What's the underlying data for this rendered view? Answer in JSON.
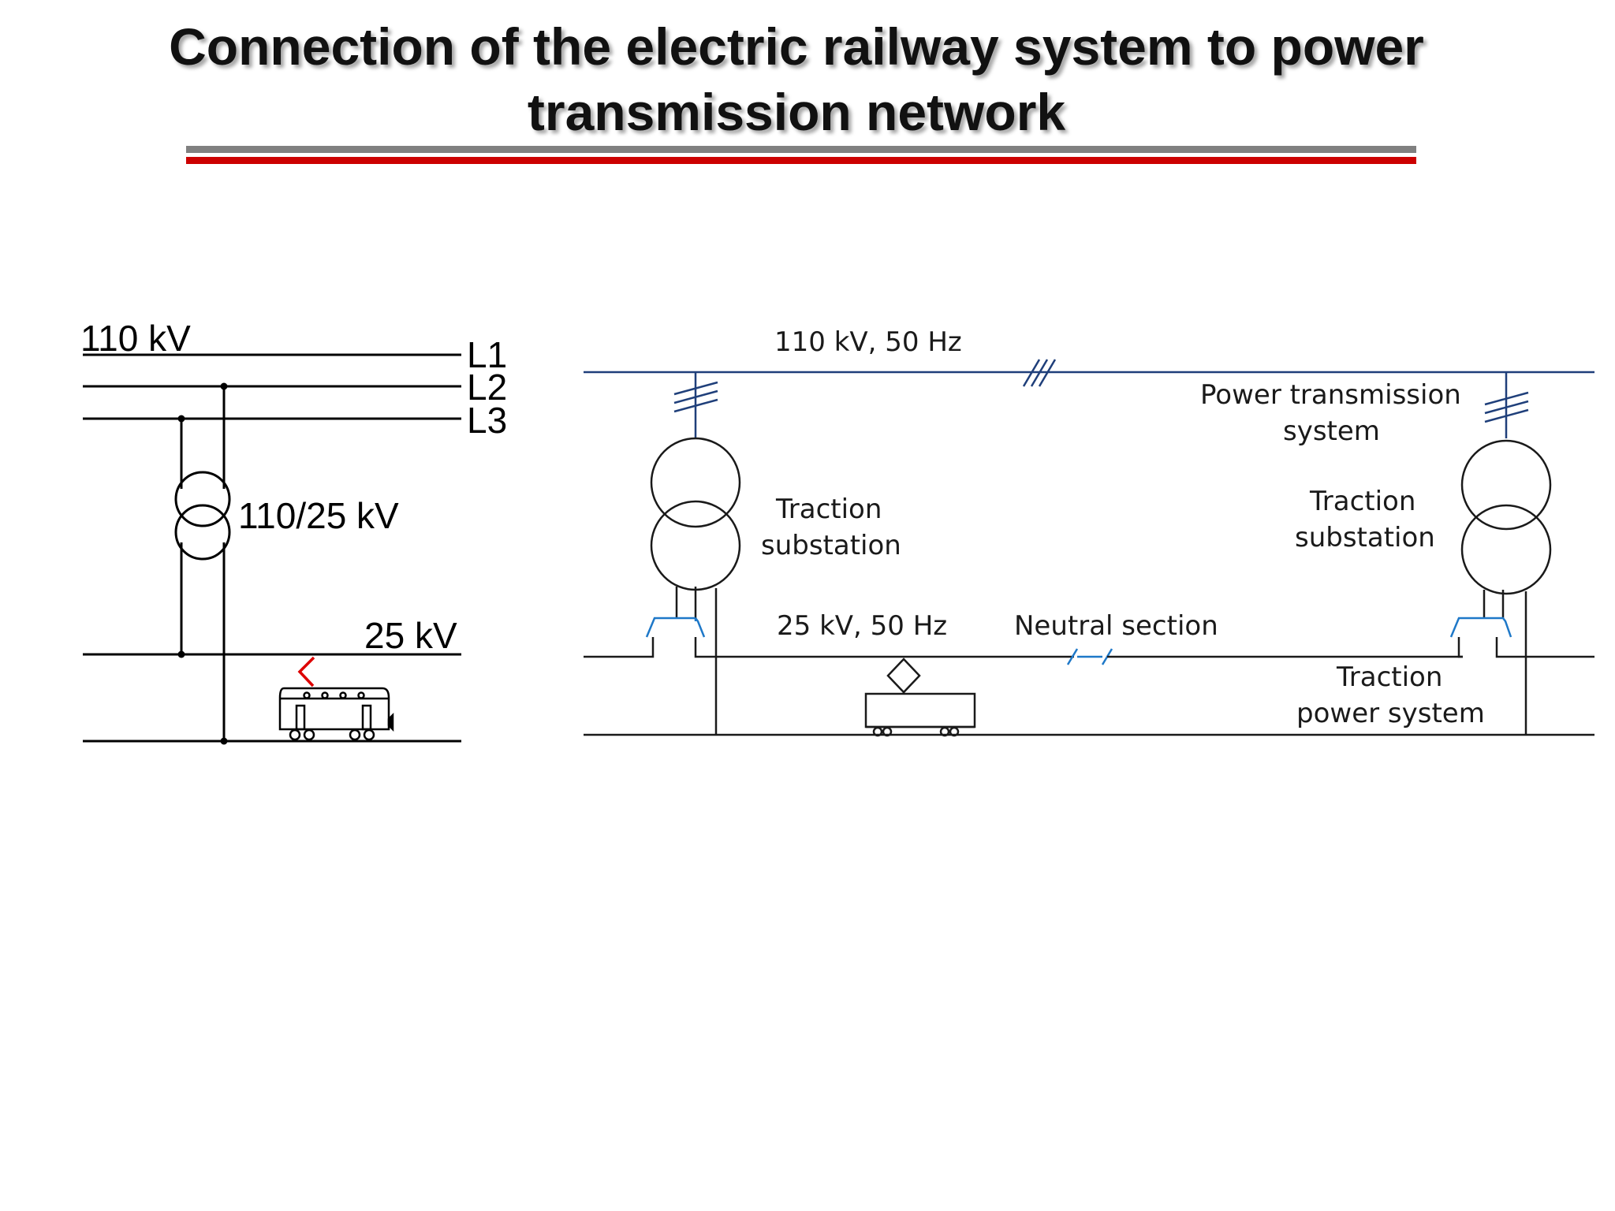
{
  "title": {
    "line1": "Connection of the electric railway system to power",
    "line2": "transmission network"
  },
  "left_diagram": {
    "hv_label": "110 kV",
    "phase_labels": [
      "L1",
      "L2",
      "L3"
    ],
    "transformer_label": "110/25 kV",
    "lv_label": "25 kV"
  },
  "right_diagram": {
    "hv_label": "110 kV, 50 Hz",
    "transmission_label_line1": "Power transmission",
    "transmission_label_line2": "system",
    "substation_left_line1": "Traction",
    "substation_left_line2": "substation",
    "substation_right_line1": "Traction",
    "substation_right_line2": "substation",
    "lv_label": "25 kV, 50 Hz",
    "neutral_label": "Neutral section",
    "traction_system_line1": "Traction",
    "traction_system_line2": "power system"
  },
  "colors": {
    "title_text": "#111111",
    "rule_gray": "#808080",
    "rule_red": "#cc0000",
    "left_lines": "#000000",
    "pantograph_red": "#dd0000",
    "hv_line_blue": "#1f3f7a",
    "breaker_blue": "#1e78c8",
    "right_lines": "#1a1a1a"
  }
}
